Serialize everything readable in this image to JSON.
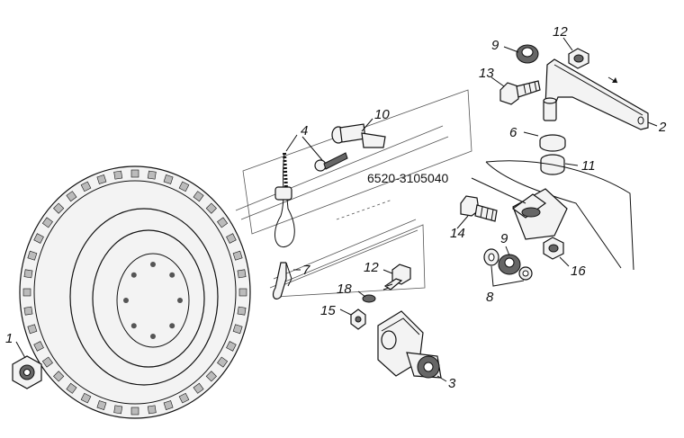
{
  "diagram": {
    "part_code": "6520-3105040",
    "callouts": {
      "c1": "1",
      "c2": "2",
      "c3": "3",
      "c4": "4",
      "c6": "6",
      "c7": "7",
      "c8": "8",
      "c9a": "9",
      "c9b": "9",
      "c10": "10",
      "c11": "11",
      "c12a": "12",
      "c12b": "12",
      "c13": "13",
      "c14": "14",
      "c15": "15",
      "c16": "16",
      "c18": "18"
    }
  }
}
